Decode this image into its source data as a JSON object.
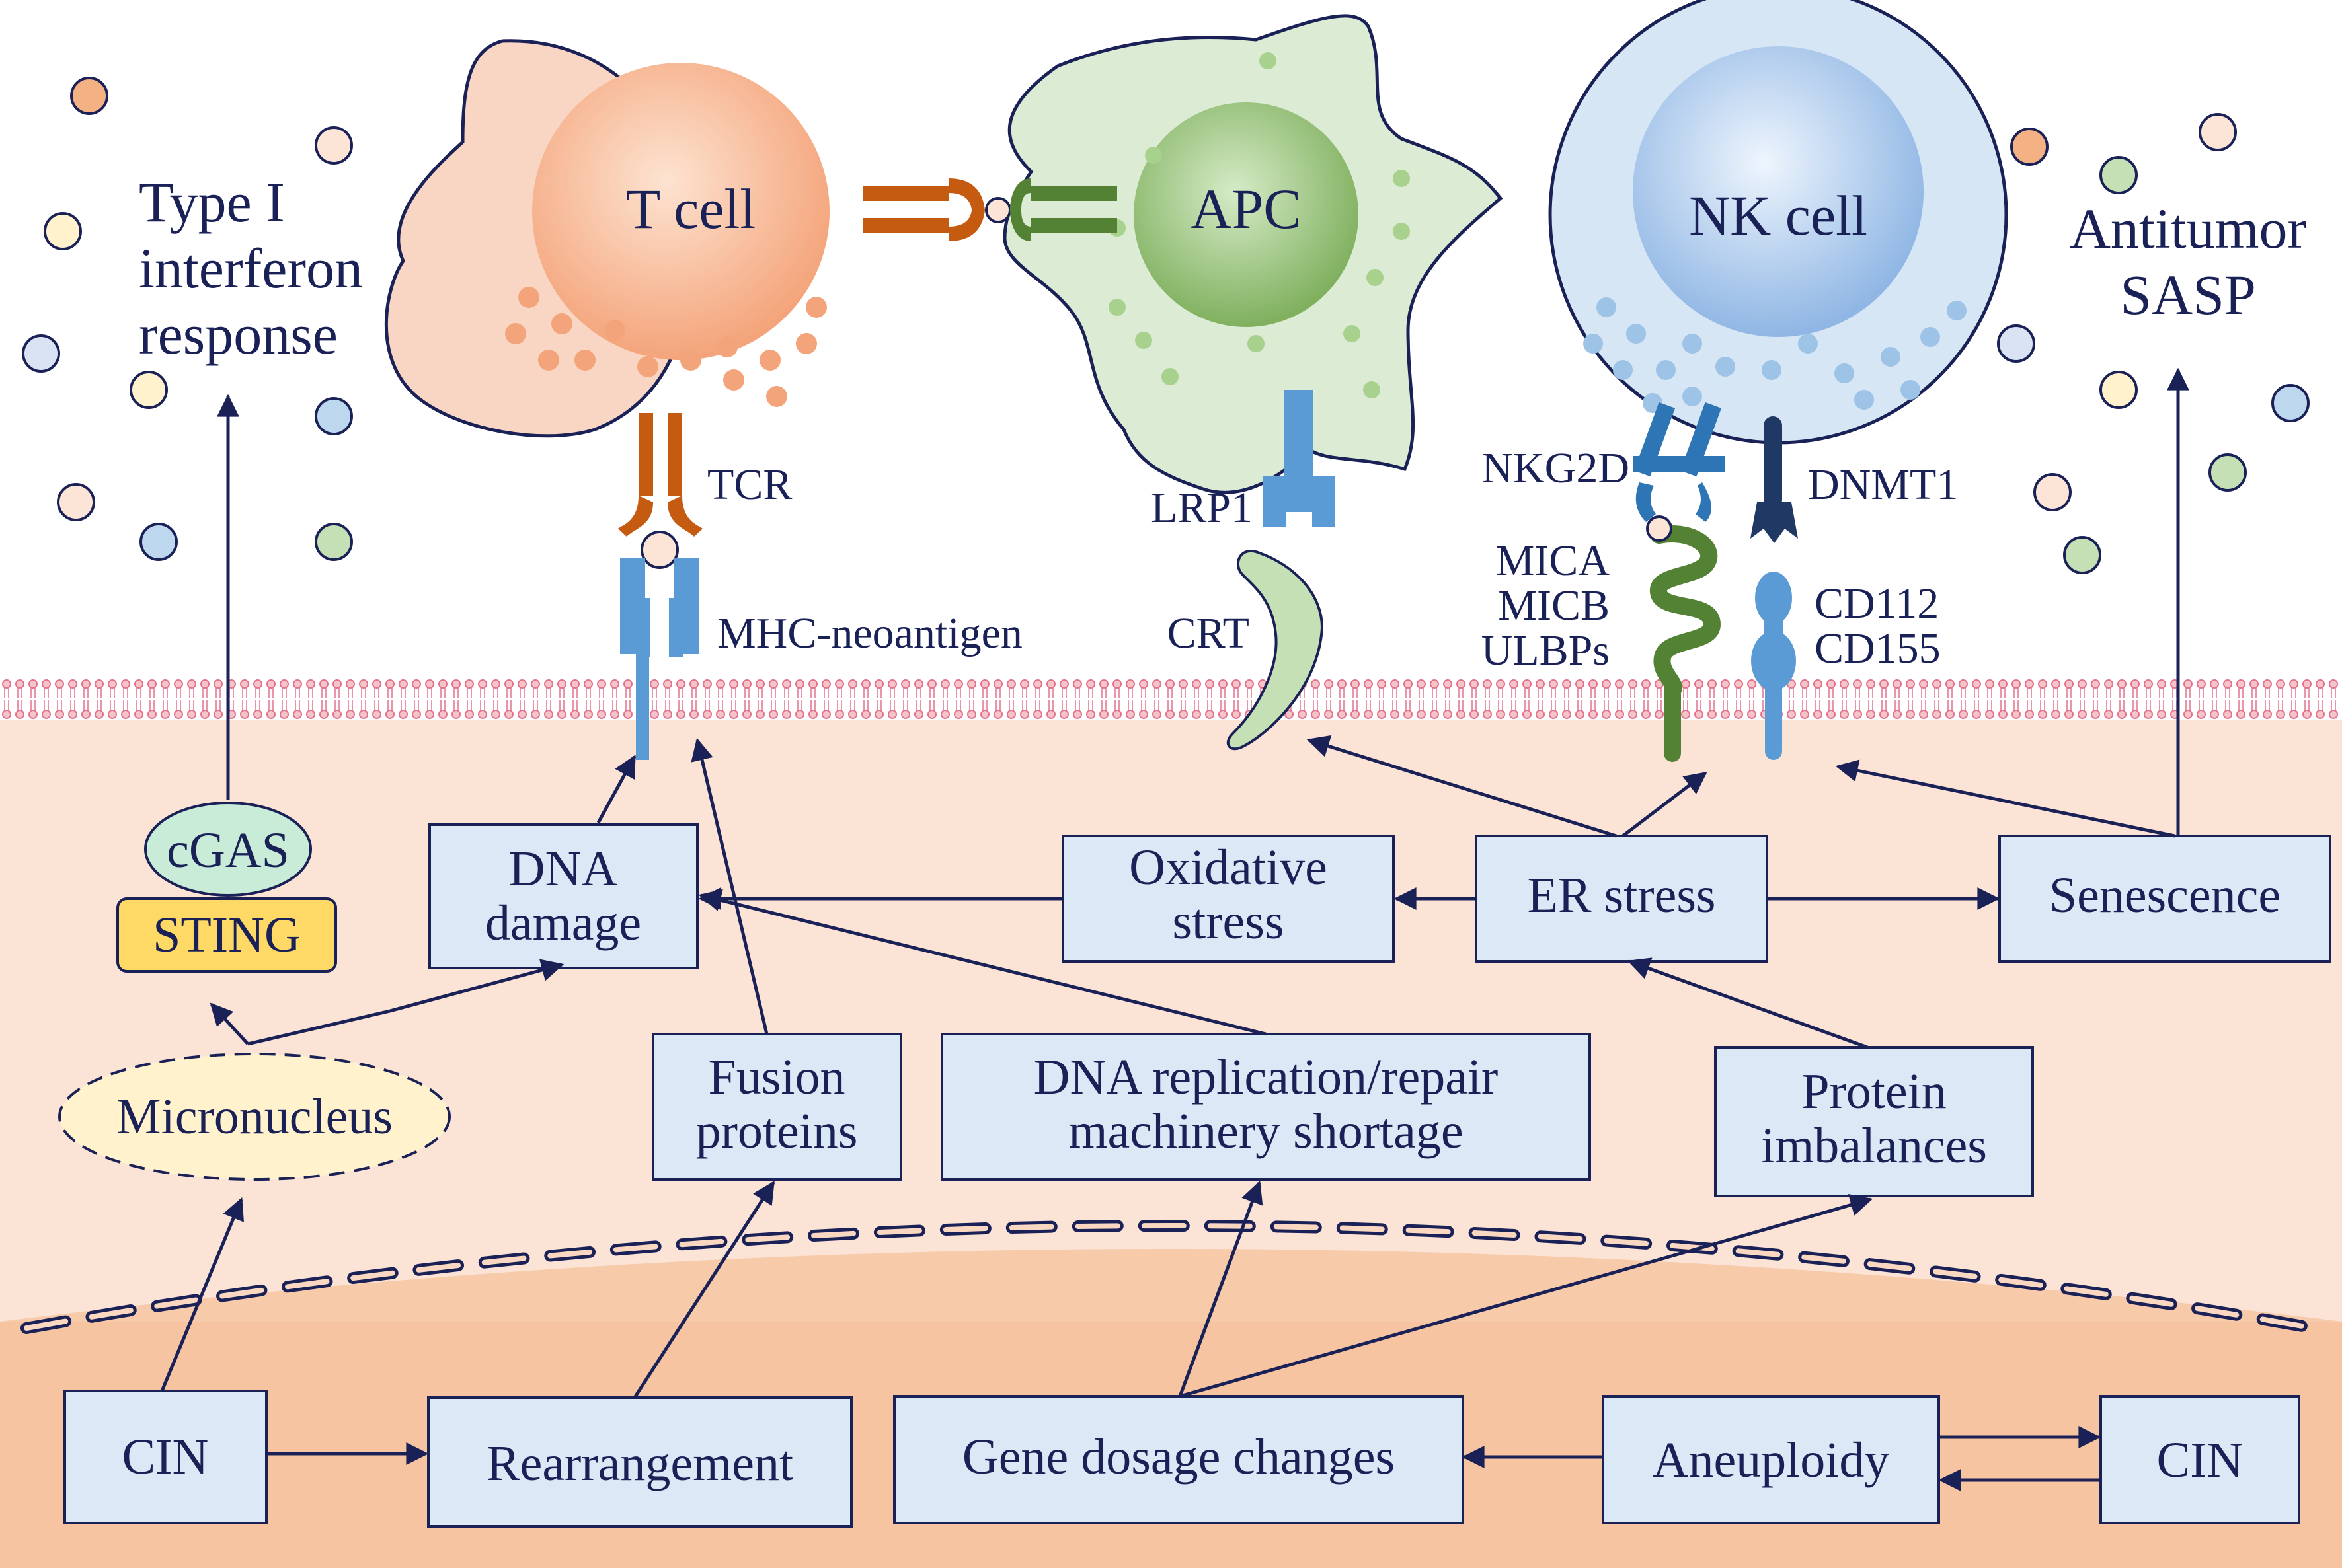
{
  "cells": {
    "t_cell": "T cell",
    "apc": "APC",
    "nk_cell": "NK cell"
  },
  "receptors": {
    "tcr": "TCR",
    "mhc": "MHC-neoantigen",
    "lrp1": "LRP1",
    "crt": "CRT",
    "nkg2d": "NKG2D",
    "dnmt1": "DNMT1",
    "mica": "MICA",
    "micb": "MICB",
    "ulbps": "ULBPs",
    "cd112": "CD112",
    "cd155": "CD155"
  },
  "responses": {
    "interferon": [
      "Type I",
      "interferon",
      "response"
    ],
    "sasp": [
      "Antitumor",
      "SASP"
    ]
  },
  "nodes": {
    "cgas": "cGAS",
    "sting": "STING",
    "dna_damage": [
      "DNA",
      "damage"
    ],
    "oxidative": [
      "Oxidative",
      "stress"
    ],
    "er_stress": "ER stress",
    "senescence": "Senescence",
    "micronucleus": "Micronucleus",
    "fusion": [
      "Fusion",
      "proteins"
    ],
    "replication": [
      "DNA replication/repair",
      "machinery shortage"
    ],
    "protein_imbalance": [
      "Protein",
      "imbalances"
    ],
    "cin_left": "CIN",
    "rearrangement": "Rearrangement",
    "gene_dosage": "Gene dosage changes",
    "aneuploidy": "Aneuploidy",
    "cin_right": "CIN"
  },
  "colors": {
    "ink": "#1a2157",
    "cytoplasm": "#fbe3d5",
    "nucleus": "#f7c6a6",
    "box_fill": "#dbe9f6",
    "tcell": "#f9d6c3",
    "apc": "#dcebd3",
    "nk": "#d7e6f5",
    "tcr": "#c55a11",
    "mhc": "#5b9bd5",
    "green_receptor": "#548235",
    "sting": "#ffd966",
    "cgas": "#c8ecd7",
    "micronucleus": "#fff2cc"
  }
}
